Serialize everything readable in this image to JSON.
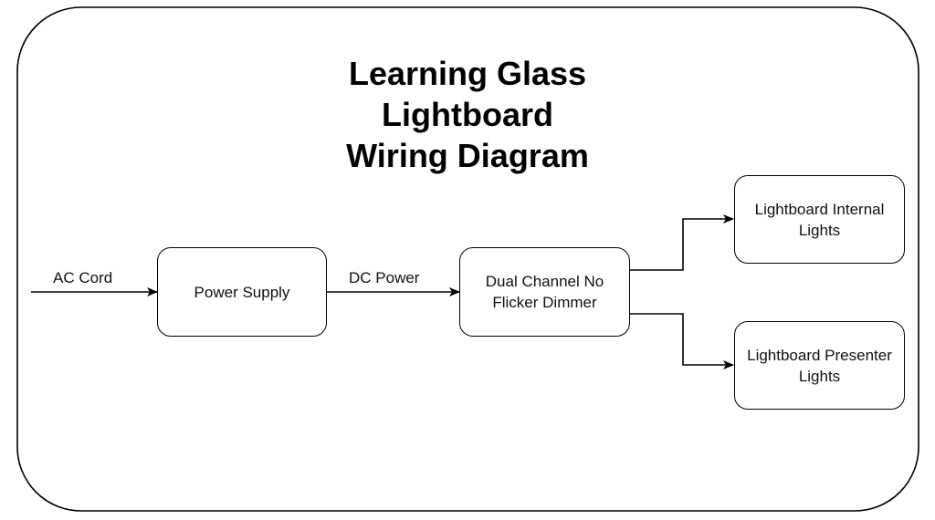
{
  "title": {
    "line1": "Learning Glass",
    "line2": "Lightboard",
    "line3": "Wiring Diagram"
  },
  "nodes": {
    "power_supply": {
      "label": "Power Supply"
    },
    "dimmer": {
      "line1": "Dual Channel No",
      "line2": "Flicker Dimmer"
    },
    "internal_lights": {
      "line1": "Lightboard Internal",
      "line2": "Lights"
    },
    "presenter_lights": {
      "line1": "Lightboard Presenter",
      "line2": "Lights"
    }
  },
  "edges": {
    "ac_cord": {
      "label": "AC Cord"
    },
    "dc_power": {
      "label": "DC Power"
    }
  }
}
